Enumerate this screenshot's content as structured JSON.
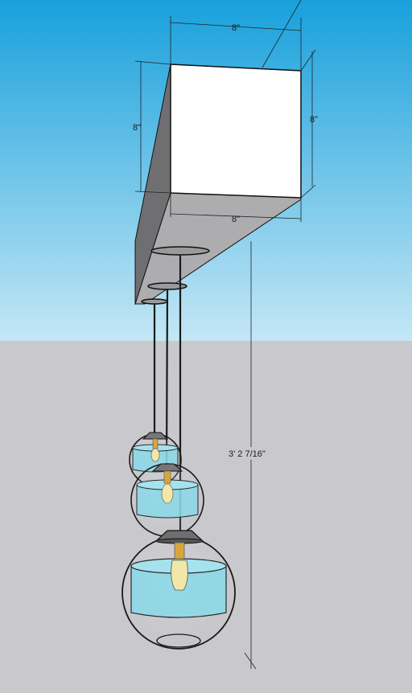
{
  "scene": {
    "sky_top_color": "#18a0dc",
    "sky_bottom_color": "#bfe4f4",
    "ground_color": "#c9c9cd",
    "shade_color": "#8ad8e8"
  },
  "dimensions": {
    "top_width": "8\"",
    "right_height": "8\"",
    "left_height": "8\"",
    "bottom_width": "8\"",
    "drop_length": "3' 2 7/16\""
  }
}
